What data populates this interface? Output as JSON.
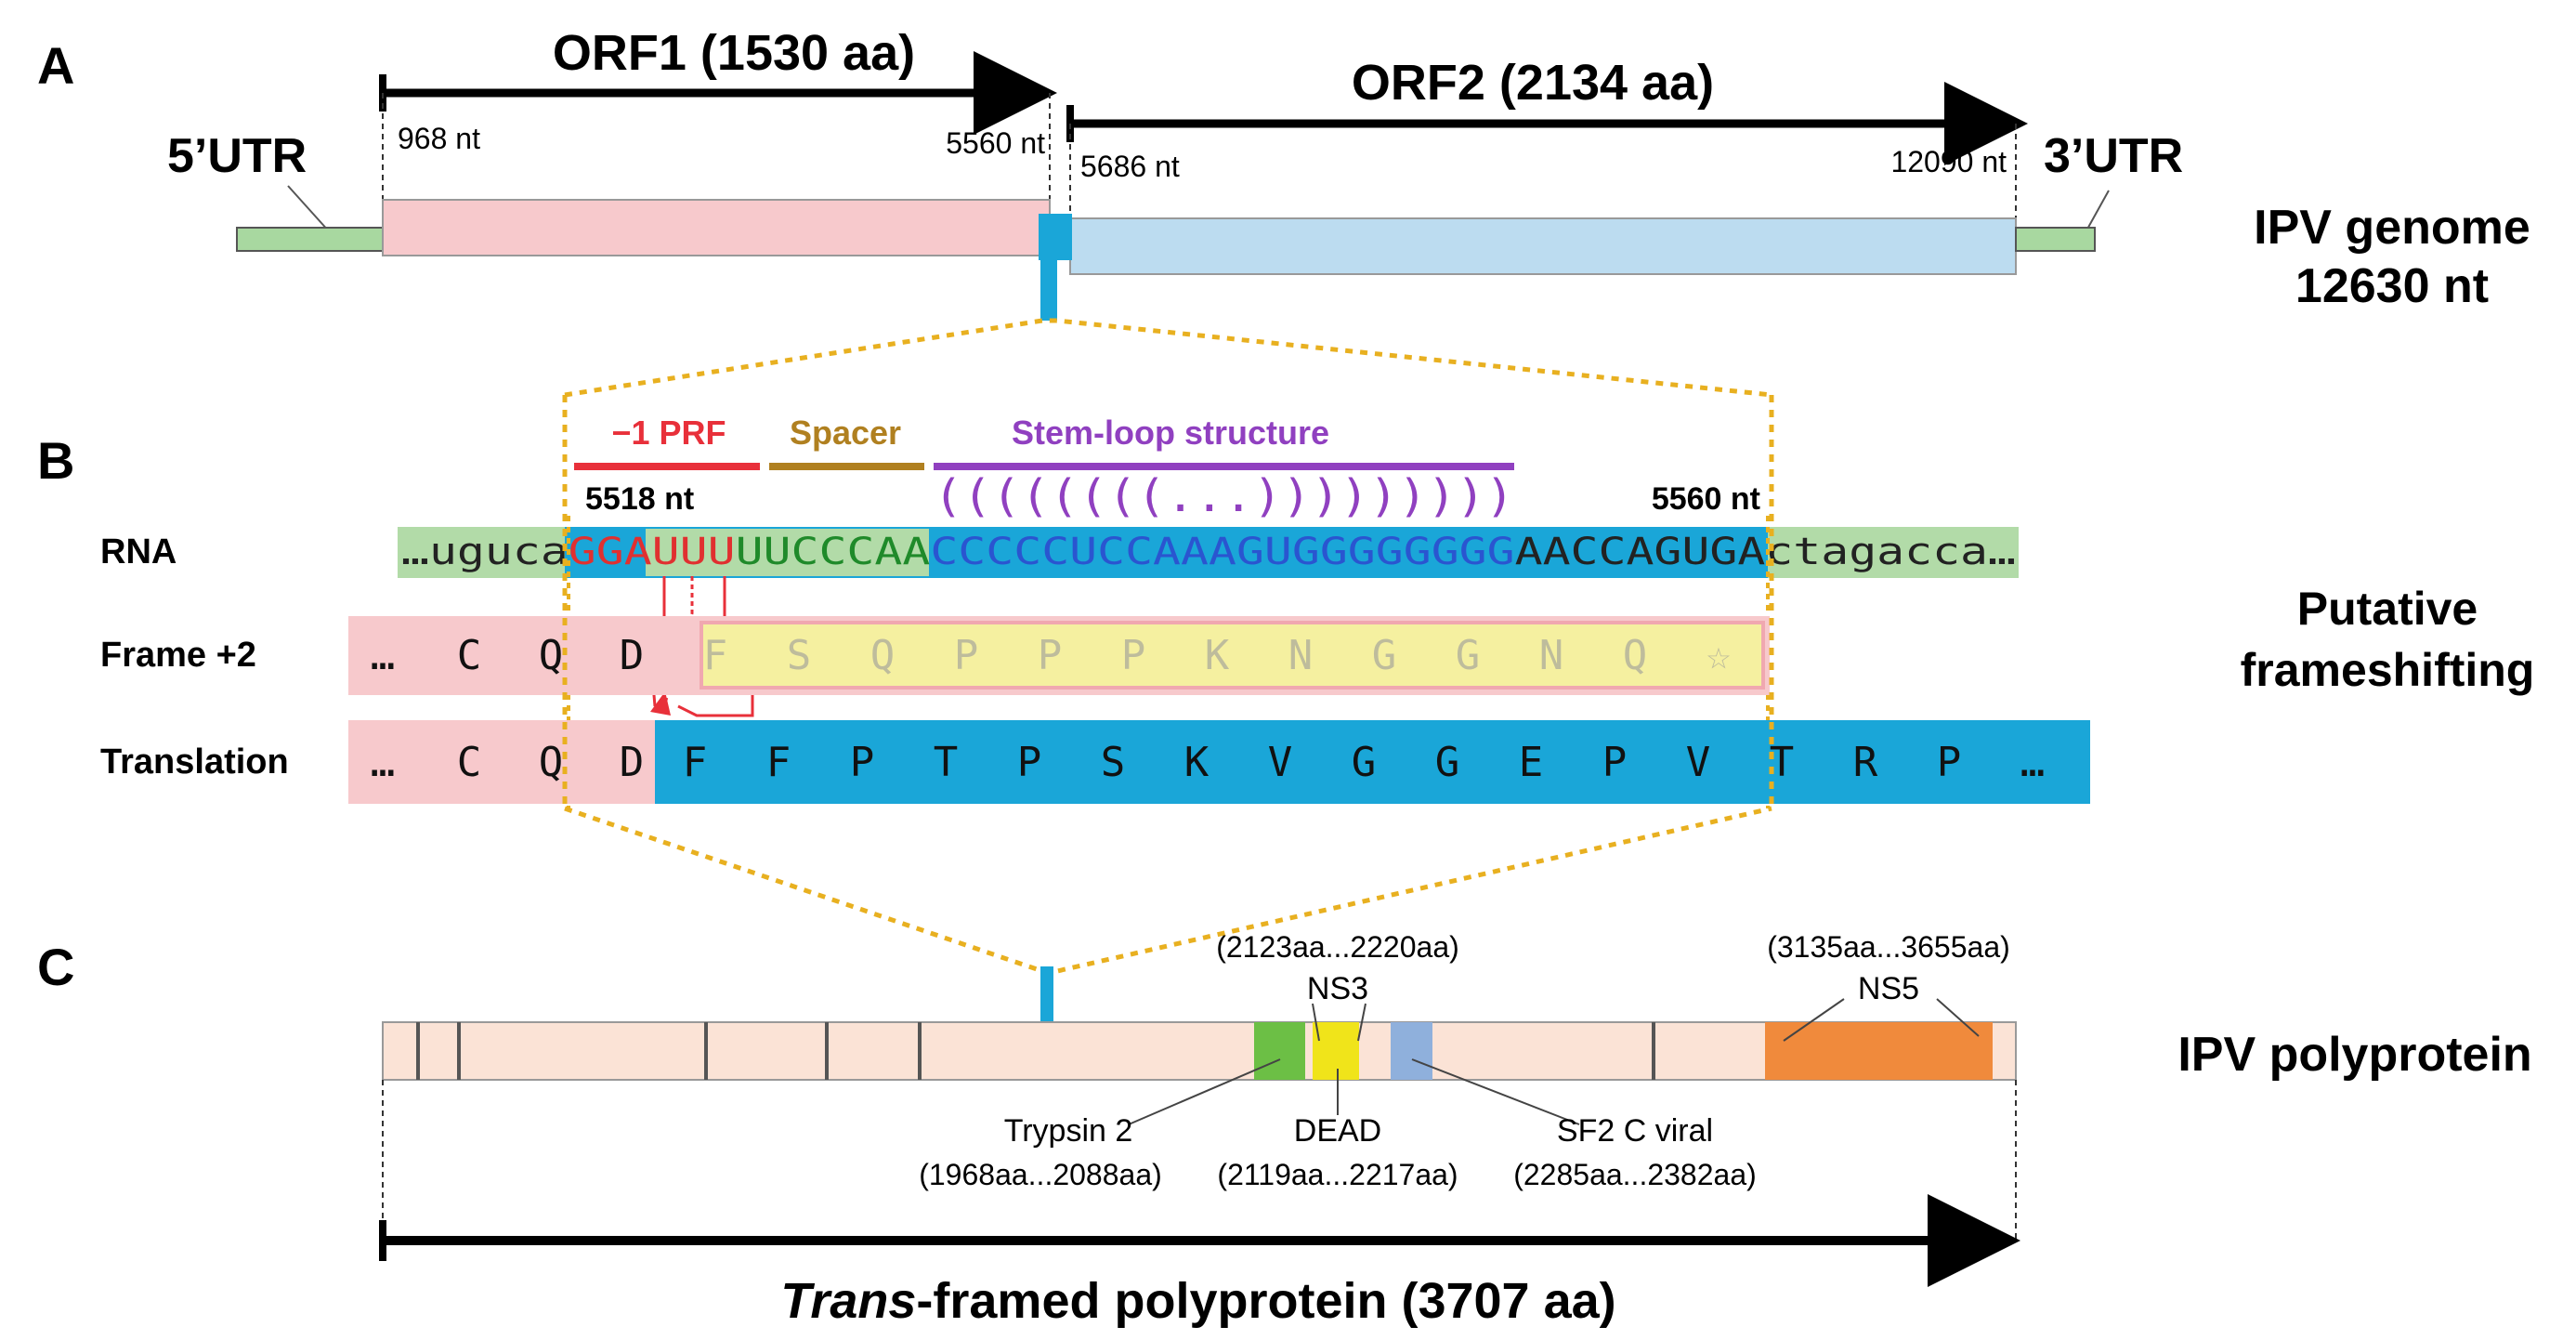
{
  "panels": {
    "a": "A",
    "b": "B",
    "c": "C"
  },
  "genome": {
    "orf1_title": "ORF1 (1530 aa)",
    "orf1_start": "968 nt",
    "orf1_end": "5560 nt",
    "orf2_title": "ORF2 (2134 aa)",
    "orf2_start": "5686 nt",
    "orf2_end": "12090 nt",
    "utr5": "5’UTR",
    "utr3": "3’UTR",
    "side_label_1": "IPV genome",
    "side_label_2": "12630 nt"
  },
  "frameshift": {
    "prf": "−1 PRF",
    "spacer": "Spacer",
    "stemloop": "Stem-loop structure",
    "structure": "((((((((...)))))))))",
    "pos_start": "5518 nt",
    "pos_end": "5560 nt",
    "rna_label": "RNA",
    "rna_seq": [
      {
        "text": "…uguca",
        "color": "#222222"
      },
      {
        "text": "GGAUUU",
        "color": "#e03030"
      },
      {
        "text": "UUCCCAA",
        "color": "#1f8a2a"
      },
      {
        "text": "CCCCCUCCAAAGUGGGGGGGG",
        "color": "#2a55d0"
      },
      {
        "text": "AACCAGUGA",
        "color": "#222222"
      },
      {
        "text": "ctagacca…",
        "color": "#222222"
      }
    ],
    "frame_label": "Frame +2",
    "frame_lead": [
      "…",
      "C",
      "Q",
      "D"
    ],
    "frame_residues": [
      "F",
      "S",
      "Q",
      "P",
      "P",
      "P",
      "K",
      "N",
      "G",
      "G",
      "N",
      "Q",
      "☆"
    ],
    "translation_label": "Translation",
    "translation_lead": [
      "…",
      "C",
      "Q",
      "D"
    ],
    "translation_residues": [
      "F",
      "F",
      "P",
      "T",
      "P",
      "S",
      "K",
      "V",
      "G",
      "G",
      "E",
      "P",
      "V",
      "T",
      "R",
      "P",
      "…"
    ],
    "side_label_1": "Putative",
    "side_label_2": "frameshifting"
  },
  "polyprotein": {
    "ns3_range": "(2123aa...2220aa)",
    "ns3": "NS3",
    "ns5_range": "(3135aa...3655aa)",
    "ns5": "NS5",
    "trypsin": "Trypsin 2",
    "trypsin_range": "(1968aa...2088aa)",
    "dead": "DEAD",
    "dead_range": "(2119aa...2217aa)",
    "sf2": "SF2 C viral",
    "sf2_range": "(2285aa...2382aa)",
    "side_label": "IPV polyprotein",
    "bottom_label_italic": "Trans",
    "bottom_label_rest": "-framed polyprotein (3707 aa)"
  },
  "colors": {
    "orf1_fill": "#f7c9cc",
    "orf2_fill": "#bcdcf0",
    "utr_fill": "#a8d8a0",
    "frameshift_cyan": "#1aa6d8",
    "frame_yellow": "#f5f0a0",
    "poly_fill": "#fbe3d6",
    "trypsin_green": "#6cbf45",
    "dead_yellow": "#f0e41a",
    "sf2_blue": "#8fb0dc",
    "ns5_orange": "#f08a3c",
    "prf_red": "#e8303a",
    "spacer_brown": "#b08020",
    "stemloop_purple": "#9040c0",
    "zoom_dotted": "#e8b020"
  }
}
